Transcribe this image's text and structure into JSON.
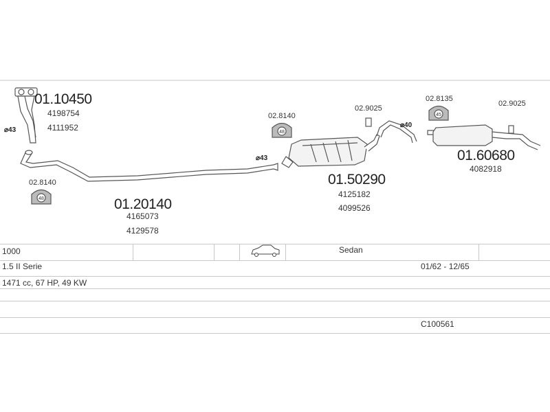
{
  "parts": {
    "front_pipe": {
      "number": "01.10450",
      "refs": [
        "4198754",
        "4111952"
      ]
    },
    "middle_pipe": {
      "number": "01.20140",
      "refs": [
        "4165073",
        "4129578"
      ]
    },
    "center_silencer": {
      "number": "01.50290",
      "refs": [
        "4125182",
        "4099526"
      ]
    },
    "rear_silencer": {
      "number": "01.60680",
      "refs": [
        "4082918"
      ]
    }
  },
  "mounts": [
    {
      "code": "02.8140",
      "size": "48"
    },
    {
      "code": "02.8140",
      "size": "48"
    },
    {
      "code": "02.8135",
      "size": "45"
    }
  ],
  "clamps": [
    "02.9025",
    "02.9025"
  ],
  "diameters": [
    "⌀43",
    "⌀43",
    "⌀40"
  ],
  "table": {
    "model": "1000",
    "body": "Sedan",
    "series": "1.5 II Serie",
    "years": "01/62 - 12/65",
    "engine": "1471 cc, 67 HP, 49 KW",
    "code": "C100561"
  },
  "colors": {
    "line": "#555555",
    "rule": "#c8c8c8",
    "text": "#333333"
  }
}
